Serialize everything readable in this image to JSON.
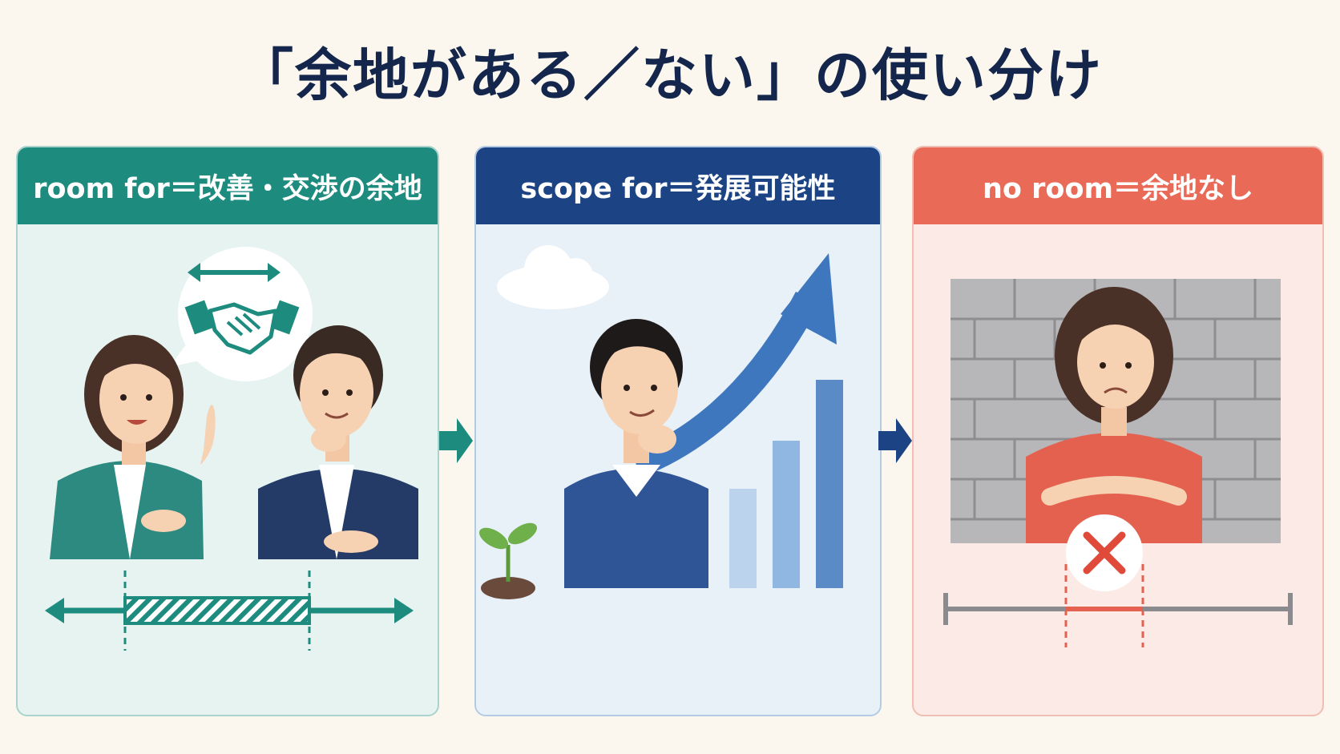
{
  "title": "「余地がある／ない」の使い分け",
  "panels": [
    {
      "header": "room for＝改善・交渉の余地"
    },
    {
      "header": "scope for＝発展可能性"
    },
    {
      "header": "no room＝余地なし"
    }
  ],
  "colors": {
    "teal": "#1e8b7f",
    "navy": "#1c4485",
    "coral": "#ea6a58",
    "title": "#14264b"
  }
}
